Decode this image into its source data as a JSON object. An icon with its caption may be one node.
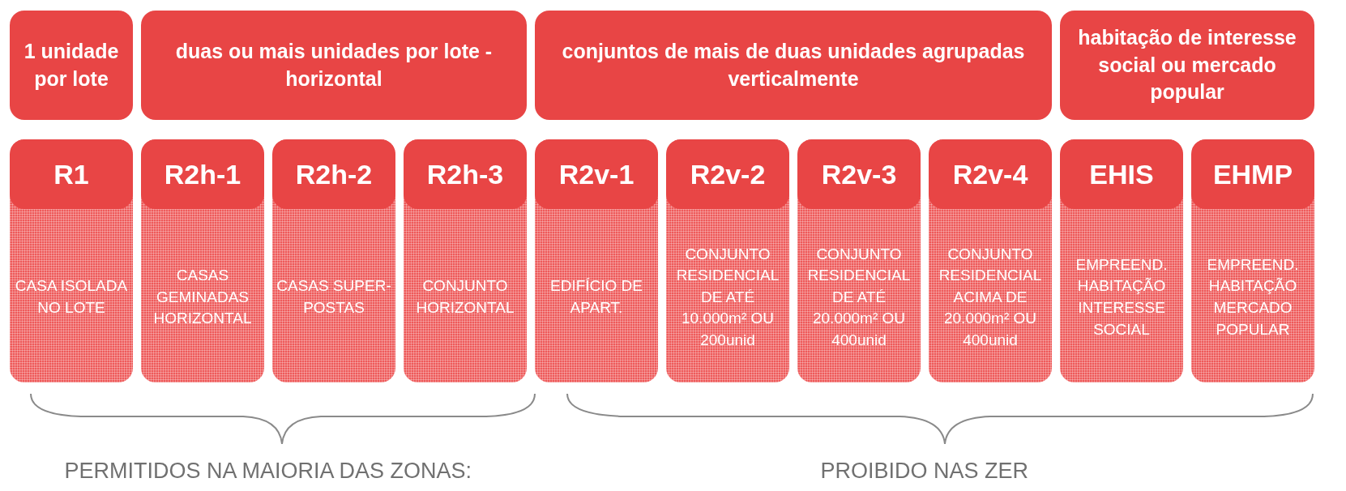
{
  "diagram": {
    "nodes": [
      {
        "text": [
          "1 unidade por lote"
        ]
      },
      {
        "text": [
          "duas ou mais unidades por lote - horizontal"
        ]
      },
      {
        "text": [
          "conjuntos de mais de duas unidades agrupadas verticalmente"
        ]
      },
      {
        "text": [
          "habitação de interesse social ou mercado popular"
        ]
      },
      {
        "text": [
          "R1",
          "CASA ISOLADA NO LOTE"
        ]
      },
      {
        "text": [
          "R2h-1",
          "CASAS GEMINADAS HORIZONTAL"
        ]
      },
      {
        "text": [
          "R2h-2",
          "CASAS SUPER-POSTAS"
        ]
      },
      {
        "text": [
          "R2h-3",
          "CONJUNTO HORIZONTAL"
        ]
      },
      {
        "text": [
          "R2v-1",
          "EDIFÍCIO DE APART."
        ]
      },
      {
        "text": [
          "R2v-2",
          "CONJUNTO RESIDENCIAL DE ATÉ 10.000m² OU 200unid"
        ]
      },
      {
        "text": [
          "R2v-3",
          "CONJUNTO RESIDENCIAL DE ATÉ 20.000m² OU 400unid"
        ]
      },
      {
        "text": [
          "R2v-4",
          "CONJUNTO RESIDENCIAL ACIMA DE 20.000m² OU 400unid"
        ]
      },
      {
        "text": [
          "EHIS",
          "EMPREEND. HABITAÇÃO INTERESSE SOCIAL"
        ]
      },
      {
        "text": [
          "EHMP",
          "EMPREEND. HABITAÇÃO MERCADO POPULAR"
        ]
      }
    ],
    "edges": [],
    "labels": [
      "PERMITIDOS NA MAIORIA DAS ZONAS:",
      "PROIBIDO NAS ZER"
    ]
  }
}
